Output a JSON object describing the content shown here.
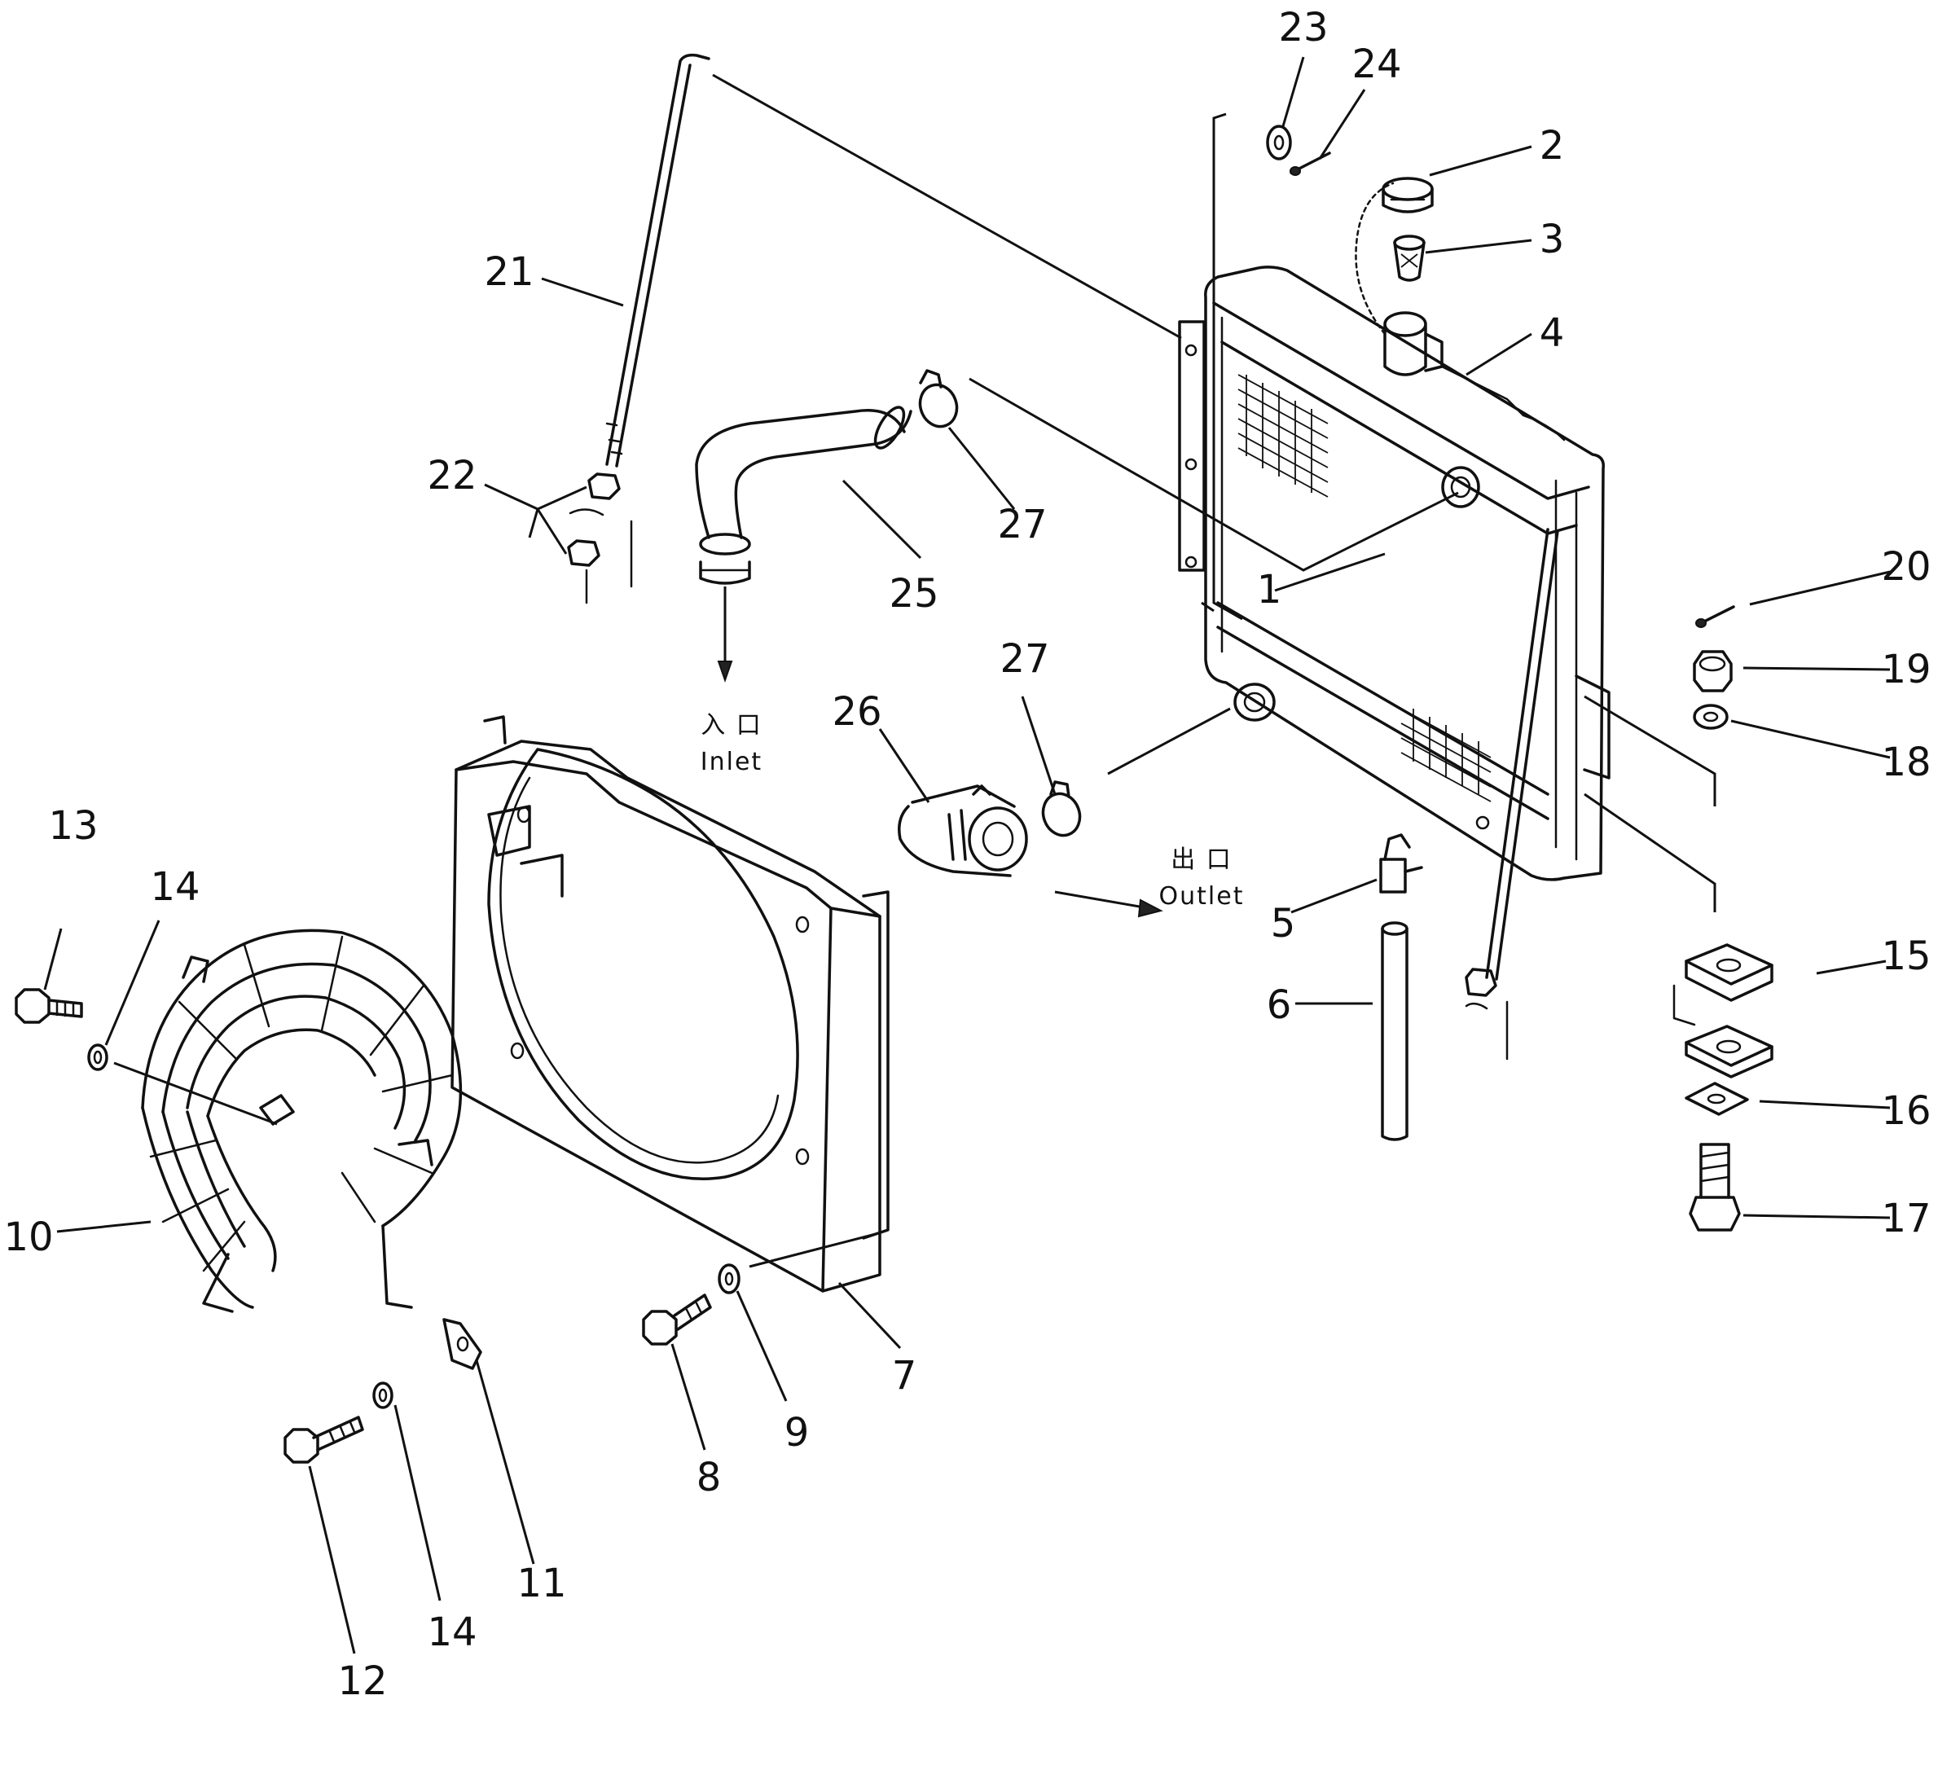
{
  "callouts": [
    "1",
    "2",
    "3",
    "4",
    "5",
    "6",
    "7",
    "8",
    "9",
    "10",
    "11",
    "12",
    "13",
    "14",
    "15",
    "16",
    "17",
    "18",
    "19",
    "20",
    "21",
    "22",
    "23",
    "24",
    "25",
    "26",
    "27"
  ],
  "flow_labels": {
    "inlet_jp": "入  口",
    "inlet_en": "Inlet",
    "outlet_jp": "出  口",
    "outlet_en": "Outlet"
  },
  "parts": [
    {
      "id": "1",
      "name": "radiator-core"
    },
    {
      "id": "2",
      "name": "radiator-cap"
    },
    {
      "id": "3",
      "name": "filler-strainer"
    },
    {
      "id": "4",
      "name": "upper-tank-filler-neck"
    },
    {
      "id": "5",
      "name": "drain-cock"
    },
    {
      "id": "6",
      "name": "drain-tube"
    },
    {
      "id": "7",
      "name": "fan-shroud"
    },
    {
      "id": "8",
      "name": "shroud-bolt"
    },
    {
      "id": "9",
      "name": "shroud-washer"
    },
    {
      "id": "10",
      "name": "fan-guard"
    },
    {
      "id": "11",
      "name": "guard-bracket"
    },
    {
      "id": "12",
      "name": "guard-bolt-lower"
    },
    {
      "id": "13",
      "name": "guard-bolt-upper"
    },
    {
      "id": "14",
      "name": "guard-washer"
    },
    {
      "id": "15",
      "name": "mount-cushion"
    },
    {
      "id": "16",
      "name": "mount-plate"
    },
    {
      "id": "17",
      "name": "mount-bolt"
    },
    {
      "id": "18",
      "name": "mount-washer"
    },
    {
      "id": "19",
      "name": "mount-nut"
    },
    {
      "id": "20",
      "name": "cotter-pin"
    },
    {
      "id": "21",
      "name": "stay-rod"
    },
    {
      "id": "22",
      "name": "stay-nuts"
    },
    {
      "id": "23",
      "name": "stay-washer"
    },
    {
      "id": "24",
      "name": "stay-pin"
    },
    {
      "id": "25",
      "name": "upper-hose"
    },
    {
      "id": "26",
      "name": "lower-hose"
    },
    {
      "id": "27",
      "name": "hose-clamp"
    }
  ]
}
